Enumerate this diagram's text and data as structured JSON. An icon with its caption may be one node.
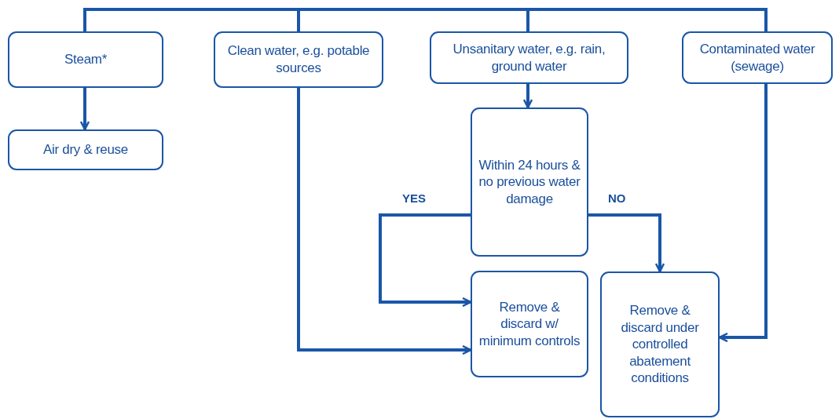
{
  "diagram": {
    "nodes": [
      {
        "text": [
          "Steam*"
        ]
      },
      {
        "text": [
          "Clean water, e.g. potable sources"
        ]
      },
      {
        "text": [
          "Unsanitary water, e.g. rain, ground water"
        ]
      },
      {
        "text": [
          "Contaminated water (sewage)"
        ]
      },
      {
        "text": [
          "Air dry & reuse"
        ]
      },
      {
        "text": [
          "Within 24 hours & no previous water damage"
        ]
      },
      {
        "text": [
          "Remove & discard w/ minimum controls"
        ]
      },
      {
        "text": [
          "Remove & discard under controlled abatement conditions"
        ]
      }
    ],
    "edges": [
      {
        "from": 0,
        "to": 1,
        "arrow": "none"
      },
      {
        "from": 1,
        "to": 2,
        "arrow": "none"
      },
      {
        "from": 2,
        "to": 3,
        "arrow": "none"
      },
      {
        "from": 0,
        "to": 4,
        "arrow": "to"
      },
      {
        "from": 2,
        "to": 5,
        "arrow": "to"
      },
      {
        "from": 5,
        "to": 6,
        "arrow": "to",
        "label": "YES"
      },
      {
        "from": 5,
        "to": 7,
        "arrow": "to",
        "label": "NO"
      },
      {
        "from": 1,
        "to": 6,
        "arrow": "to"
      },
      {
        "from": 3,
        "to": 7,
        "arrow": "to"
      }
    ]
  }
}
